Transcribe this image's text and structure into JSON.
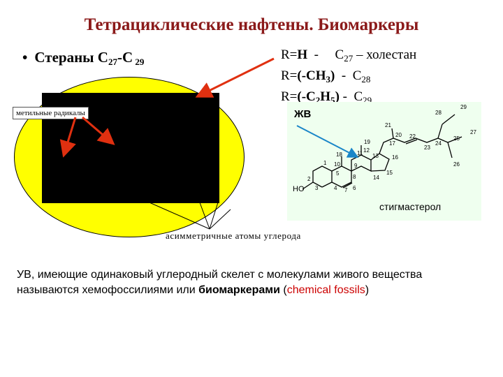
{
  "title": "Тетрациклические нафтены. Биомаркеры",
  "bullet": {
    "dot": "•",
    "text": "Стераны С",
    "sub1": "27",
    "dash": "-С",
    "sub2": " 29"
  },
  "r_lines": [
    {
      "r": "R=",
      "group": "H",
      "group_sub": "",
      "group_tail": "",
      "sep": "  -  ",
      "c": "C",
      "c_sub": "27",
      "note": " – холестан"
    },
    {
      "r": "R=",
      "group": "(-CH",
      "group_sub": "3",
      "group_tail": ")",
      "sep": "  -  ",
      "c": "C",
      "c_sub": "28",
      "note": ""
    },
    {
      "r": "R=",
      "group": "(-C",
      "group_sub": "2",
      "group_tail": "H",
      "group_sub2": "5",
      "group_tail2": ")",
      "sep": " -  ",
      "c": "C",
      "c_sub": "29",
      "note": ""
    }
  ],
  "methyl_label": "метильные радикалы",
  "structure": {
    "jv_label": "ЖВ",
    "name": "стигмастерол",
    "ho_label": "HO",
    "atom_numbers": [
      "1",
      "2",
      "3",
      "4",
      "5",
      "6",
      "7",
      "8",
      "9",
      "10",
      "11",
      "12",
      "13",
      "14",
      "15",
      "16",
      "17",
      "18",
      "19",
      "20",
      "21",
      "22",
      "23",
      "24",
      "25",
      "26",
      "27",
      "28",
      "29"
    ]
  },
  "asym_label": "асимметричные атомы углерода",
  "summary": {
    "line1": "УВ, имеющие одинаковый углеродный скелет с молекулами живого вещества",
    "line2_start": "называются хемофоссилиями или ",
    "line2_bold": "биомаркерами",
    "line2_open": " (",
    "line2_red": "chemical fossils",
    "line2_close": ")"
  },
  "colors": {
    "title": "#8b1a1a",
    "ellipse": "#ffff00",
    "structure_bg": "#efffef",
    "arrow_red": "#e03010",
    "arrow_blue": "#1a86c8",
    "highlight_red": "#cc0000"
  }
}
